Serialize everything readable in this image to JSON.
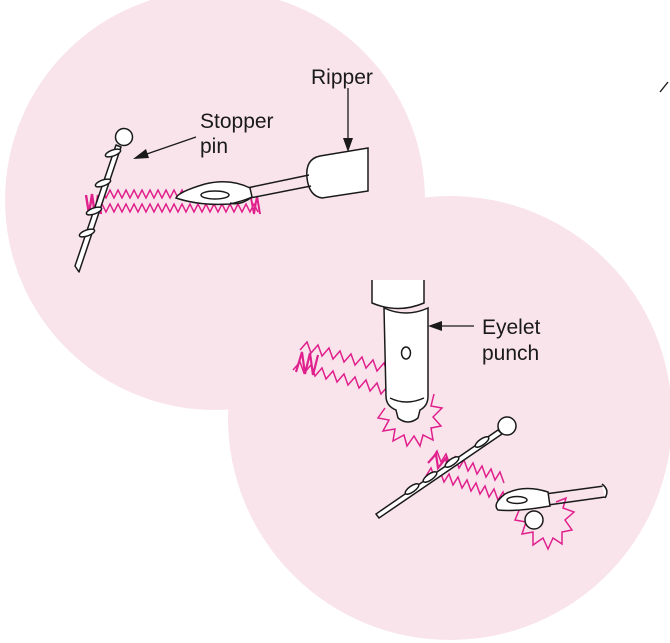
{
  "colors": {
    "background": "#ffffff",
    "circle_fill": "#f9e4ec",
    "stitch": "#e0208c",
    "line": "#1a1a1a",
    "tool_fill": "#ffffff"
  },
  "labels": {
    "ripper": "Ripper",
    "stopper_pin_line1": "Stopper",
    "stopper_pin_line2": "pin",
    "eyelet_punch_line1": "Eyelet",
    "eyelet_punch_line2": "punch"
  },
  "icons": [
    "ripper-tool",
    "stopper-pin",
    "eyelet-punch",
    "zigzag-stitch"
  ]
}
